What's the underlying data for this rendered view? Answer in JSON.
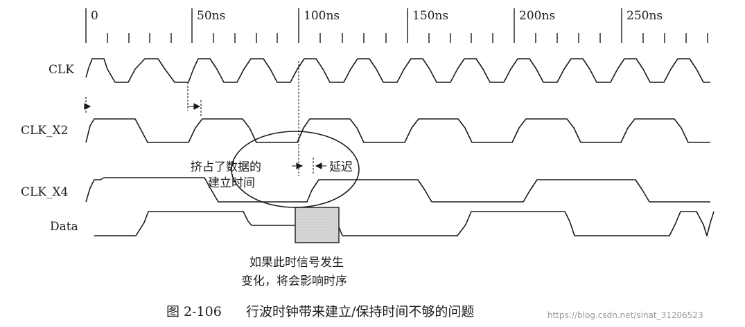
{
  "time_axis": {
    "unit": "ns",
    "labels": [
      "0",
      "50ns",
      "100ns",
      "150ns",
      "200ns",
      "250ns"
    ]
  },
  "signals": {
    "clk": "CLK",
    "clk_x2": "CLK_X2",
    "clk_x4": "CLK_X4",
    "data": "Data"
  },
  "annotations": {
    "setup_occupied_line1": "挤占了数据的",
    "setup_occupied_line2": "建立时间",
    "delay": "延迟",
    "data_change_line1": "如果此时信号发生",
    "data_change_line2": "变化，将会影响时序"
  },
  "caption": {
    "number": "图 2-106",
    "text": "行波时钟带来建立/保持时间不够的问题"
  },
  "watermark": "https://blog.csdn.net/sinat_31206523"
}
